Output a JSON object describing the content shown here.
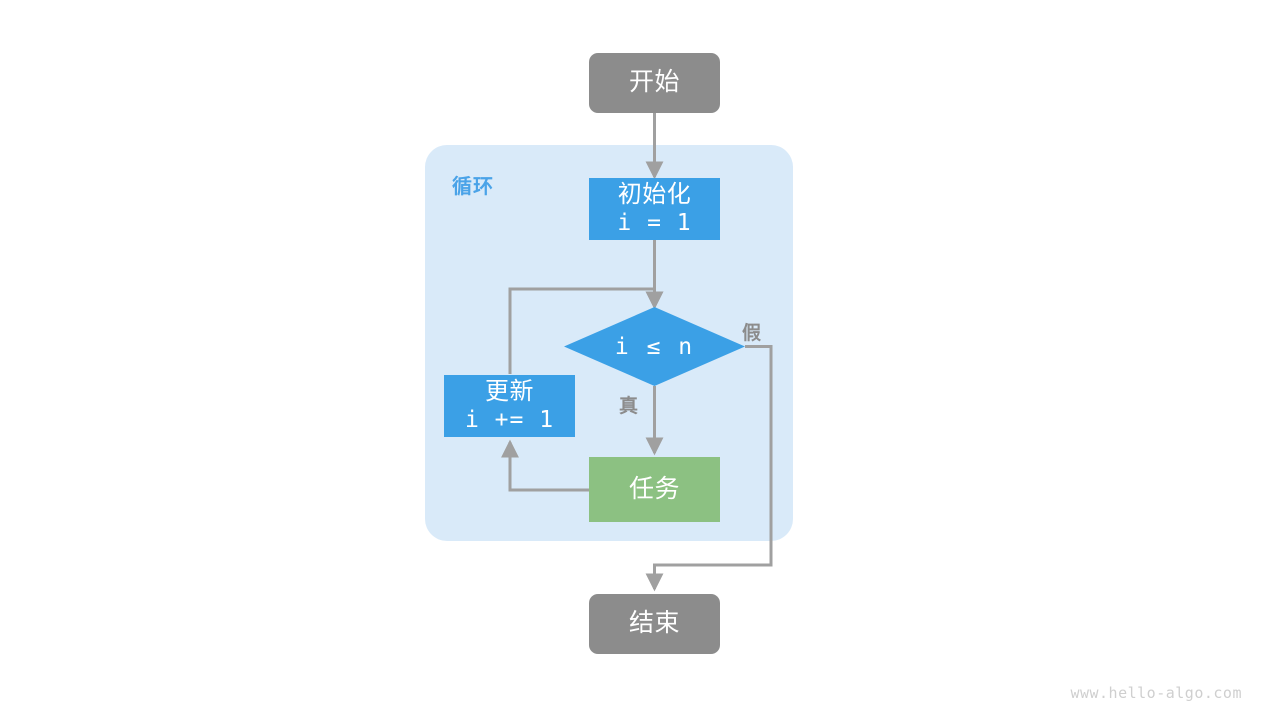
{
  "diagram": {
    "title_watermark": "www.hello-algo.com",
    "group": {
      "label": "循环",
      "color": "#d9eaf9",
      "label_color": "#4aa3e8"
    },
    "colors": {
      "terminal": "#8c8c8c",
      "process": "#3ba0e6",
      "task": "#8cc182",
      "edge": "#a0a0a0",
      "panel": "#d9eaf9",
      "text_on_fill": "#ffffff",
      "edge_label": "#8c8c8c",
      "watermark": "#cfcfcf"
    },
    "nodes": {
      "start": {
        "label": "开始"
      },
      "init": {
        "label": "初始化",
        "code": "i = 1"
      },
      "condition": {
        "label": "i ≤ n"
      },
      "update": {
        "label": "更新",
        "code": "i += 1"
      },
      "task": {
        "label": "任务"
      },
      "end": {
        "label": "结束"
      }
    },
    "edge_labels": {
      "true_branch": "真",
      "false_branch": "假"
    }
  }
}
